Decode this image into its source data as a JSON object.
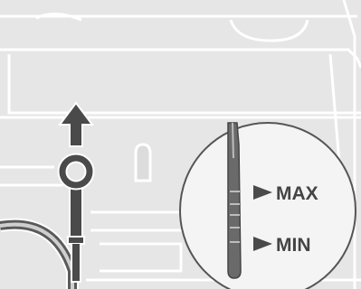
{
  "diagram": {
    "type": "engine-oil-dipstick-illustration",
    "icons": [
      "up-arrow-icon",
      "dipstick-handle-icon",
      "dipstick-tip-icon",
      "pointer-arrow-icon"
    ],
    "colors": {
      "background": "#e6e6e6",
      "engine_cover": "#eeeeee",
      "line": "#ffffff",
      "dark": "#4a4a4a",
      "circle_fill": "#f4f4f4",
      "circle_stroke": "#555555",
      "text": "#444444"
    },
    "magnifier": {
      "max_label": "MAX",
      "min_label": "MIN"
    }
  }
}
